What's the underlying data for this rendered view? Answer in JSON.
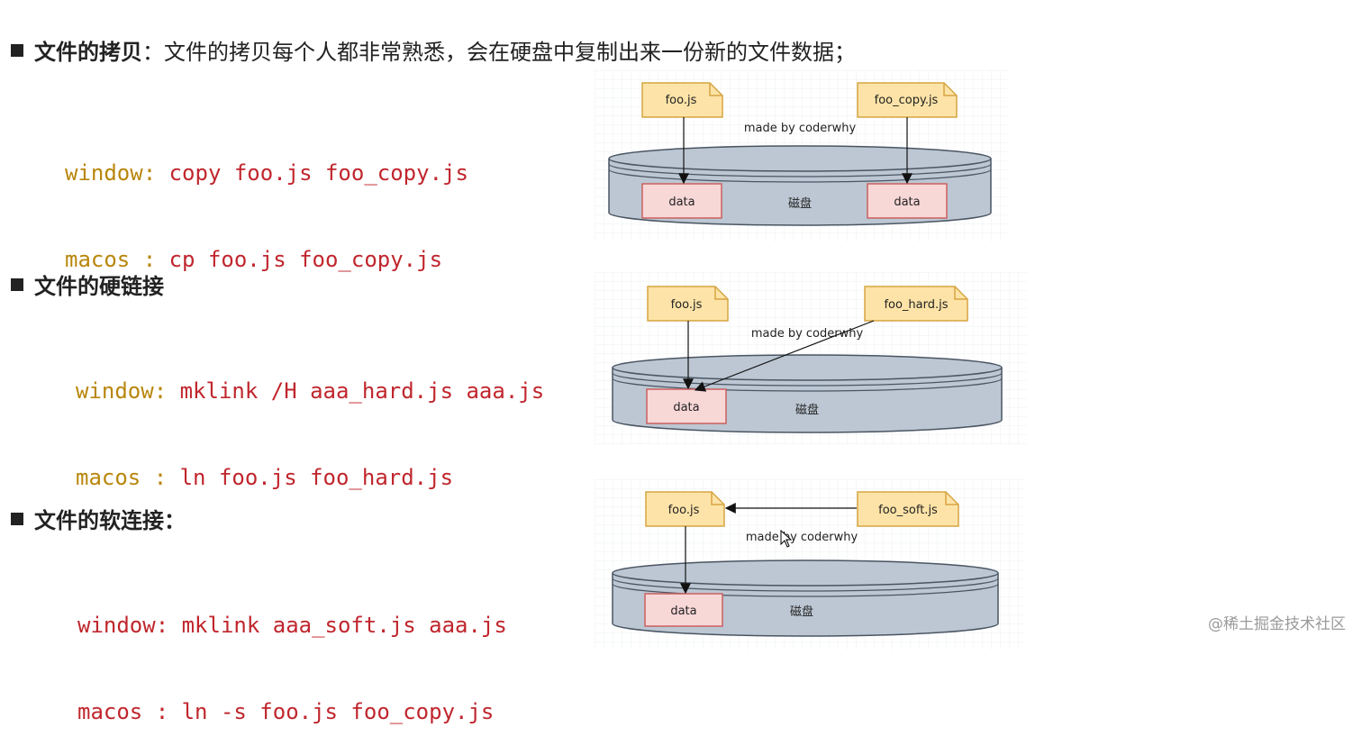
{
  "sections": [
    {
      "title": "文件的拷贝",
      "description": "：文件的拷贝每个人都非常熟悉，会在硬盘中复制出来一份新的文件数据；",
      "code": [
        {
          "prefix": "window: ",
          "cmd": "copy foo.js foo_copy.js"
        },
        {
          "prefix": "macos : ",
          "cmd": "cp foo.js foo_copy.js"
        }
      ],
      "diagram": {
        "file_a": "foo.js",
        "file_b": "foo_copy.js",
        "credit": "made by coderwhy",
        "data_a": "data",
        "data_b": "data",
        "disk": "磁盘"
      }
    },
    {
      "title": "文件的硬链接",
      "description": "",
      "code": [
        {
          "prefix": "window: ",
          "cmd": "mklink /H aaa_hard.js aaa.js"
        },
        {
          "prefix": "macos : ",
          "cmd": "ln foo.js foo_hard.js"
        }
      ],
      "diagram": {
        "file_a": "foo.js",
        "file_b": "foo_hard.js",
        "credit": "made by coderwhy",
        "data_a": "data",
        "disk": "磁盘"
      }
    },
    {
      "title": "文件的软连接：",
      "description": "",
      "code": [
        {
          "prefix": "window: ",
          "cmd": "mklink aaa_soft.js aaa.js"
        },
        {
          "prefix": "macos : ",
          "cmd": "ln -s foo.js foo_copy.js"
        }
      ],
      "diagram": {
        "file_a": "foo.js",
        "file_b": "foo_soft.js",
        "credit": "made by coderwhy",
        "data_a": "data",
        "disk": "磁盘"
      }
    }
  ],
  "watermark": "@稀土掘金技术社区",
  "colors": {
    "keyword": "#b8860b",
    "command": "#c0262d",
    "file_fill": "#fde3a7",
    "file_stroke": "#d6a542",
    "data_fill": "#f8d7d7",
    "data_stroke": "#c9605e",
    "disk_fill": "#bcc7d3",
    "disk_stroke": "#4a5563"
  }
}
